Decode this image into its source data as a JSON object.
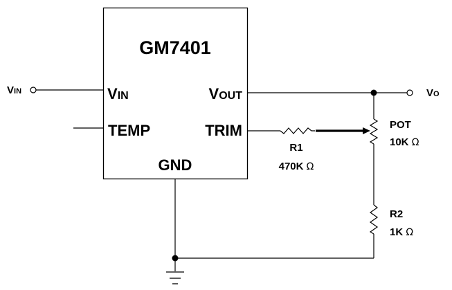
{
  "chip": {
    "name": "GM7401",
    "pins": {
      "vin": {
        "main": "V",
        "sub": "IN"
      },
      "vout": {
        "main": "V",
        "sub": "OUT"
      },
      "temp": "TEMP",
      "trim": "TRIM",
      "gnd": "GND"
    }
  },
  "terminals": {
    "input": {
      "main": "V",
      "sub": "IN"
    },
    "output": {
      "main": "V",
      "sub": "O"
    }
  },
  "components": {
    "r1": {
      "name": "R1",
      "value": "470K",
      "unit": "Ω"
    },
    "pot": {
      "name": "POT",
      "value": "10K",
      "unit": "Ω"
    },
    "r2": {
      "name": "R2",
      "value": "1K",
      "unit": "Ω"
    }
  },
  "colors": {
    "wire": "#000000",
    "background": "#ffffff"
  }
}
